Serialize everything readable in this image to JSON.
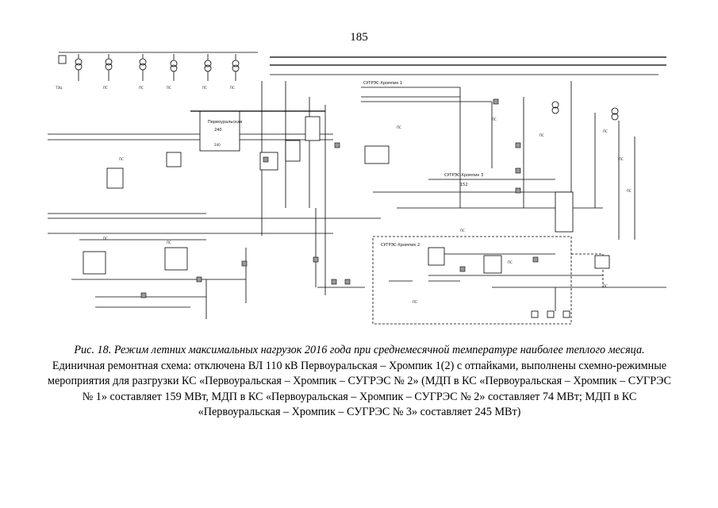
{
  "page": {
    "number": "185"
  },
  "diagram": {
    "labels": {
      "pervouralskaya": "Первоуральская",
      "khrompik1": "СУГРЭС-Хромпик 1",
      "khrompik2": "СУГРЭС-Хромпик 2",
      "khrompik3": "СУГРЭС-Хромпик 3",
      "value240": "240",
      "value152": "152"
    }
  },
  "caption": {
    "lead": "Рис. 18. Режим летних максимальных нагрузок 2016 года при среднемесячной температуре наиболее теплого месяца.",
    "body": "Единичная ремонтная схема: отключена ВЛ 110 кВ Первоуральская – Хромпик 1(2) с отпайками, выполнены схемно-режимные мероприятия для разгрузки КС «Первоуральская – Хромпик – СУГРЭС № 2» (МДП в КС «Первоуральская – Хромпик – СУГРЭС № 1» составляет 159 МВт, МДП в КС «Первоуральская – Хромпик – СУГРЭС № 2» составляет 74 МВт; МДП в КС «Первоуральская – Хромпик – СУГРЭС № 3» составляет 245 МВт)"
  }
}
